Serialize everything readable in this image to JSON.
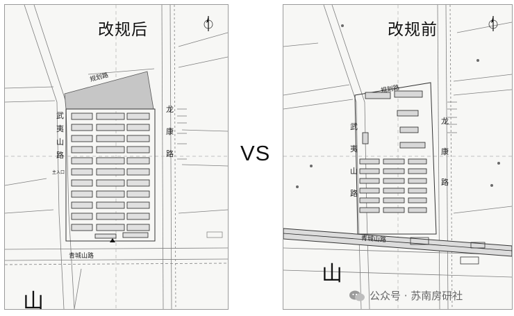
{
  "left_plan": {
    "title": "改规后",
    "roads": {
      "north": "规划路",
      "west": [
        "武",
        "夷",
        "山",
        "路"
      ],
      "east": [
        "龙",
        "康",
        "路"
      ],
      "south": "青城山路"
    },
    "mountain": "山",
    "entrance_label": "主入口"
  },
  "vs_label": "VS",
  "right_plan": {
    "title": "改规前",
    "roads": {
      "north": "规划路",
      "west": [
        "武",
        "夷",
        "山",
        "路"
      ],
      "east": [
        "龙",
        "康",
        "路"
      ],
      "south": "青城山路"
    },
    "mountain": "山"
  },
  "watermark": {
    "icon": "wechat-icon",
    "text": "公众号 · 苏南房研社"
  }
}
